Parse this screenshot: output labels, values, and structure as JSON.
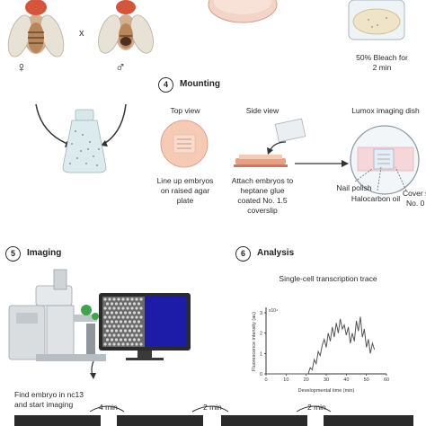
{
  "crossing": {
    "cross_symbol": "x",
    "female_symbol": "♀",
    "male_symbol": "♂"
  },
  "bleach": {
    "label_line1": "50% Bleach for",
    "label_line2": "2 min"
  },
  "mounting": {
    "number": "4",
    "title": "Mounting",
    "top_view": "Top view",
    "side_view": "Side view",
    "dish_title": "Lumox imaging dish",
    "caption_left_1": "Line up embryos",
    "caption_left_2": "on raised agar",
    "caption_left_3": "plate",
    "caption_mid_1": "Attach embryos to",
    "caption_mid_2": "heptane glue",
    "caption_mid_3": "coated No. 1.5",
    "caption_mid_4": "coverslip",
    "nail_polish": "Nail polish",
    "halocarbon_oil": "Halocarbon oil",
    "cover_slip_1": "Cover slip",
    "cover_slip_2": "No. 0"
  },
  "imaging": {
    "number": "5",
    "title": "Imaging",
    "caption_1": "Find embryo in nc13",
    "caption_2": "and start imaging",
    "interval_1": "4 min",
    "interval_2": "2 min",
    "interval_3": "2 min"
  },
  "analysis": {
    "number": "6",
    "title": "Analysis",
    "chart_title": "Single-cell transcription trace"
  },
  "chart_data": {
    "type": "line",
    "title": "Single-cell transcription trace",
    "xlabel": "Developmental time (min)",
    "ylabel": "Fluorescence intensity (au)",
    "y_multiplier": "x10⁴",
    "xlim": [
      0,
      60
    ],
    "xticks": [
      "0",
      "10",
      "20",
      "30",
      "40",
      "50",
      "60"
    ],
    "yticks": [
      "0",
      "1",
      "2",
      "3"
    ],
    "ylim": [
      0,
      3
    ],
    "x": [
      0,
      21,
      22,
      23,
      24,
      25,
      26,
      27,
      28,
      29,
      30,
      31,
      32,
      33,
      34,
      35,
      36,
      37,
      38,
      39,
      40,
      41,
      42,
      43,
      44,
      45,
      46,
      47,
      48,
      49,
      50,
      51,
      52,
      53,
      54
    ],
    "values": [
      0,
      0,
      0.3,
      0.2,
      0.7,
      0.5,
      1.1,
      0.9,
      1.4,
      1.7,
      1.3,
      2.0,
      1.6,
      2.3,
      1.8,
      2.5,
      2.0,
      2.7,
      2.2,
      2.4,
      1.9,
      2.3,
      1.5,
      2.0,
      1.6,
      2.6,
      2.1,
      2.8,
      1.8,
      2.2,
      1.3,
      1.7,
      1.0,
      1.5,
      1.2
    ]
  }
}
